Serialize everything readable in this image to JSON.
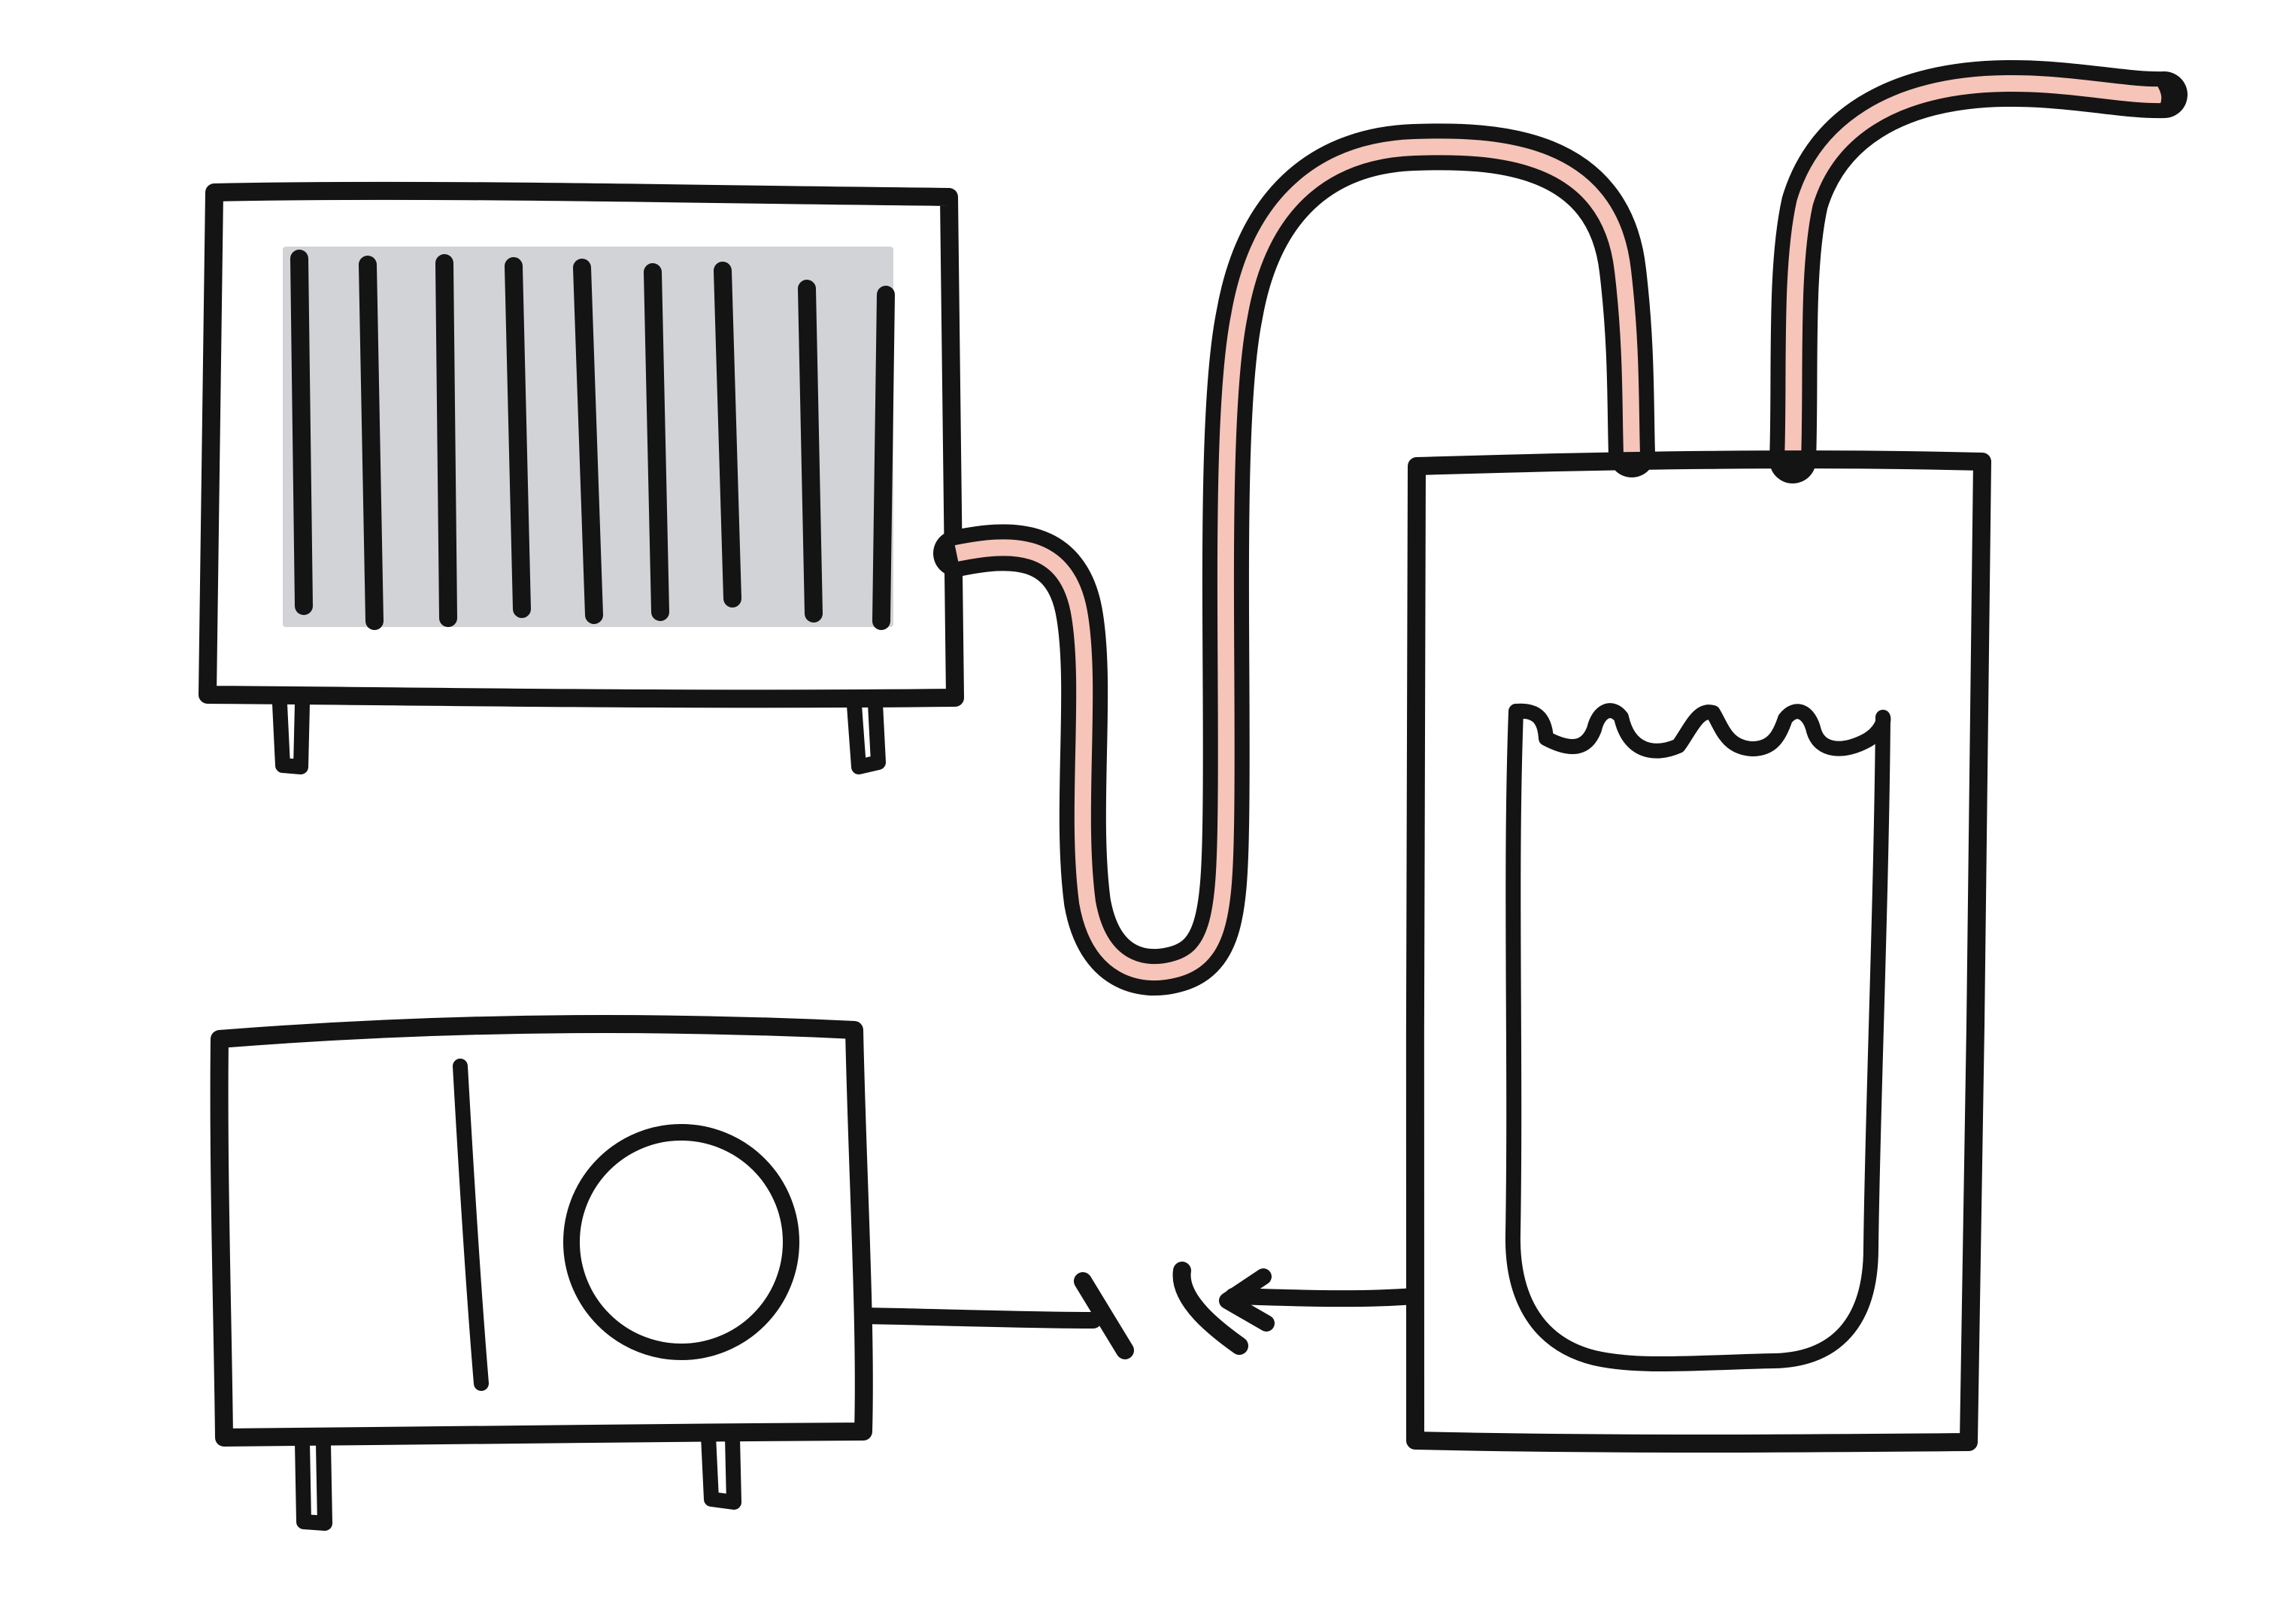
{
  "diagram": {
    "components": [
      {
        "id": "radiator",
        "icon": "radiator-icon"
      },
      {
        "id": "heat-pump-unit",
        "icon": "fan-icon"
      },
      {
        "id": "water-tank",
        "icon": "tank-icon"
      }
    ],
    "connections": [
      {
        "from": "radiator",
        "to": "water-tank",
        "kind": "pipe"
      },
      {
        "from": "water-tank",
        "to": "outside",
        "kind": "pipe"
      },
      {
        "from": "water-tank",
        "to": "heat-pump-unit",
        "kind": "wire",
        "style": "broken-arrow"
      }
    ]
  },
  "colors": {
    "background": "#ffffff",
    "ink": "#141414",
    "radiator_fill": "#d1d3d6",
    "pipe_fill": "#f6c4b9",
    "water": "#67b4da",
    "fan": "#f2d56e"
  }
}
